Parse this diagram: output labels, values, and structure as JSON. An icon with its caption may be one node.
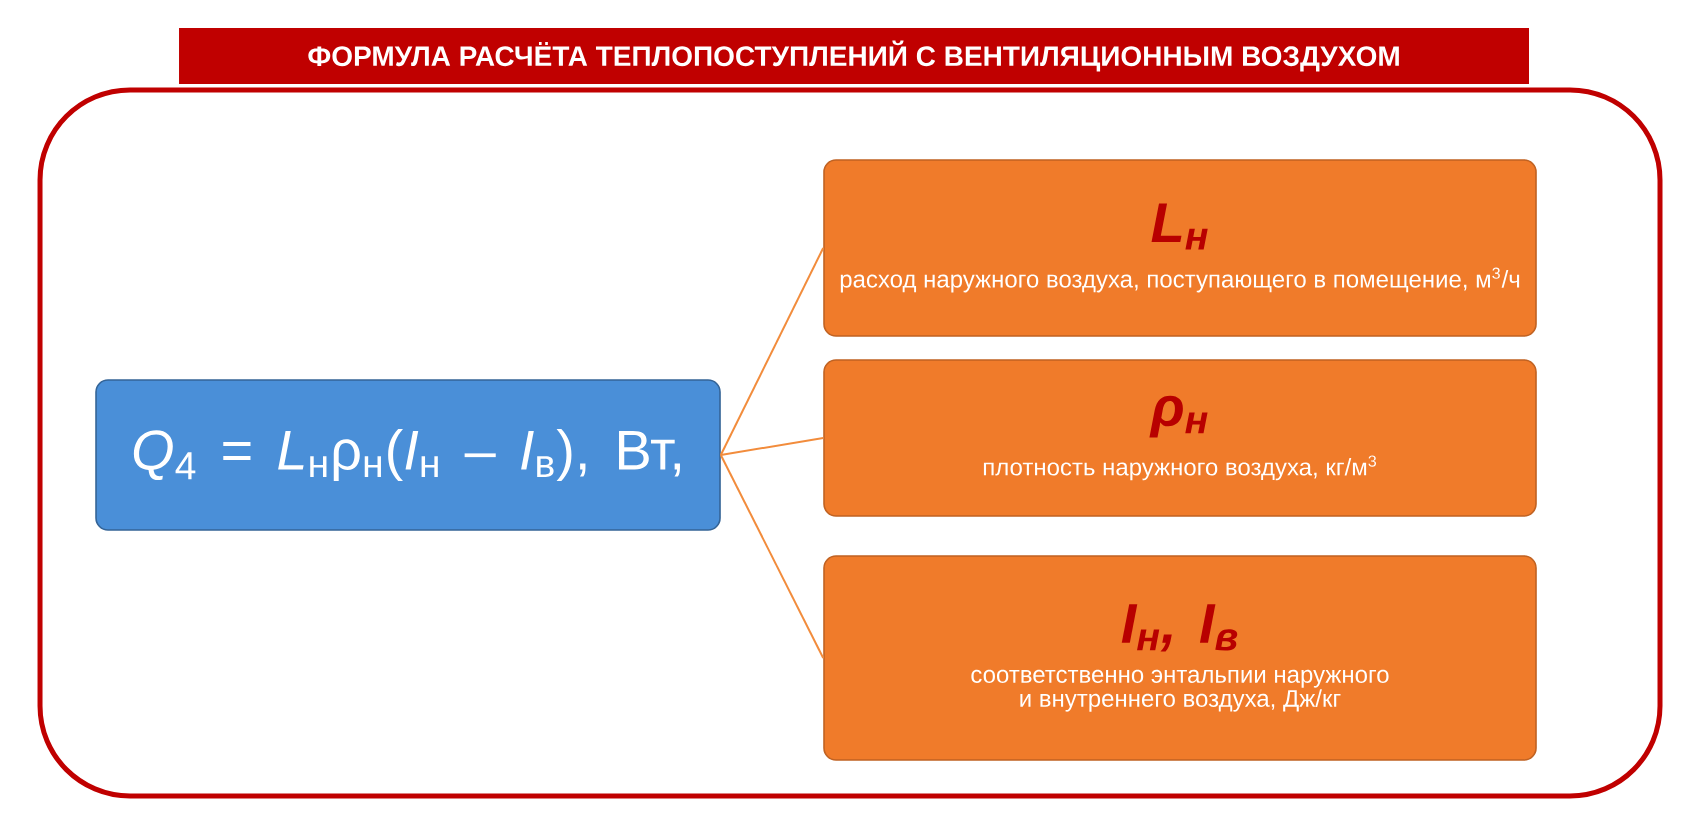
{
  "diagram": {
    "title": "ФОРМУЛА РАСЧЁТА ТЕПЛОПОСТУПЛЕНИЙ С ВЕНТИЛЯЦИОННЫМ ВОЗДУХОМ",
    "nodes": [
      {
        "text": [
          "*Q*$_{4}$ = *L*$_{н}$ρ$_{н}$(*I*$_{н}$ – *I*$_{в}$), Вт,"
        ]
      },
      {
        "text": [
          "L$_{н}$",
          "расход наружного воздуха, поступающего в помещение, м$^{3}$/ч"
        ]
      },
      {
        "text": [
          "ρ$_{н}$",
          "плотность наружного воздуха, кг/м$^{3}$"
        ]
      },
      {
        "text": [
          "I$_{н}$, I$_{в}$",
          "соответственно энтальпии наружного и внутреннего воздуха, Дж/кг"
        ]
      }
    ],
    "edges": [
      {
        "from": 0,
        "to": 1,
        "arrow": "none"
      },
      {
        "from": 0,
        "to": 2,
        "arrow": "none"
      },
      {
        "from": 0,
        "to": 3,
        "arrow": "none"
      }
    ]
  }
}
